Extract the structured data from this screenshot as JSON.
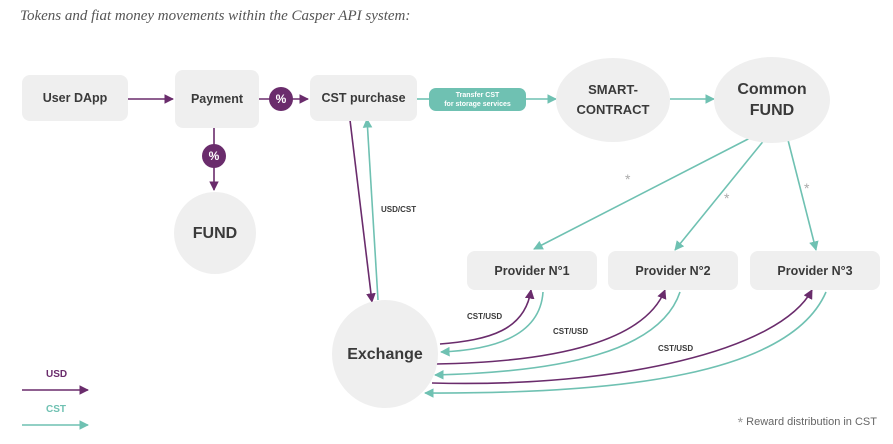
{
  "title": "Tokens and fiat money movements within the Casper API system:",
  "nodes": {
    "user_dapp": "User DApp",
    "payment": "Payment",
    "cst_purchase": "CST purchase",
    "smart_contract_1": "SMART-",
    "smart_contract_2": "CONTRACT",
    "common_fund_1": "Common",
    "common_fund_2": "FUND",
    "fund": "FUND",
    "exchange": "Exchange",
    "provider_1": "Provider N°1",
    "provider_2": "Provider N°2",
    "provider_3": "Provider N°3"
  },
  "percent_symbol": "%",
  "transfer_pill": {
    "line1": "Transfer CST",
    "line2": "for storage services"
  },
  "edge_labels": {
    "usd_cst": "USD/CST",
    "cst_usd_1": "CST/USD",
    "cst_usd_2": "CST/USD",
    "cst_usd_3": "CST/USD"
  },
  "star": "*",
  "legend": {
    "usd": "USD",
    "cst": "CST"
  },
  "footnote": {
    "mark": "*",
    "text": "Reward distribution in CST"
  },
  "colors": {
    "usd": "#6a2c6c",
    "cst": "#6fc1b2",
    "node": "#efefef"
  }
}
